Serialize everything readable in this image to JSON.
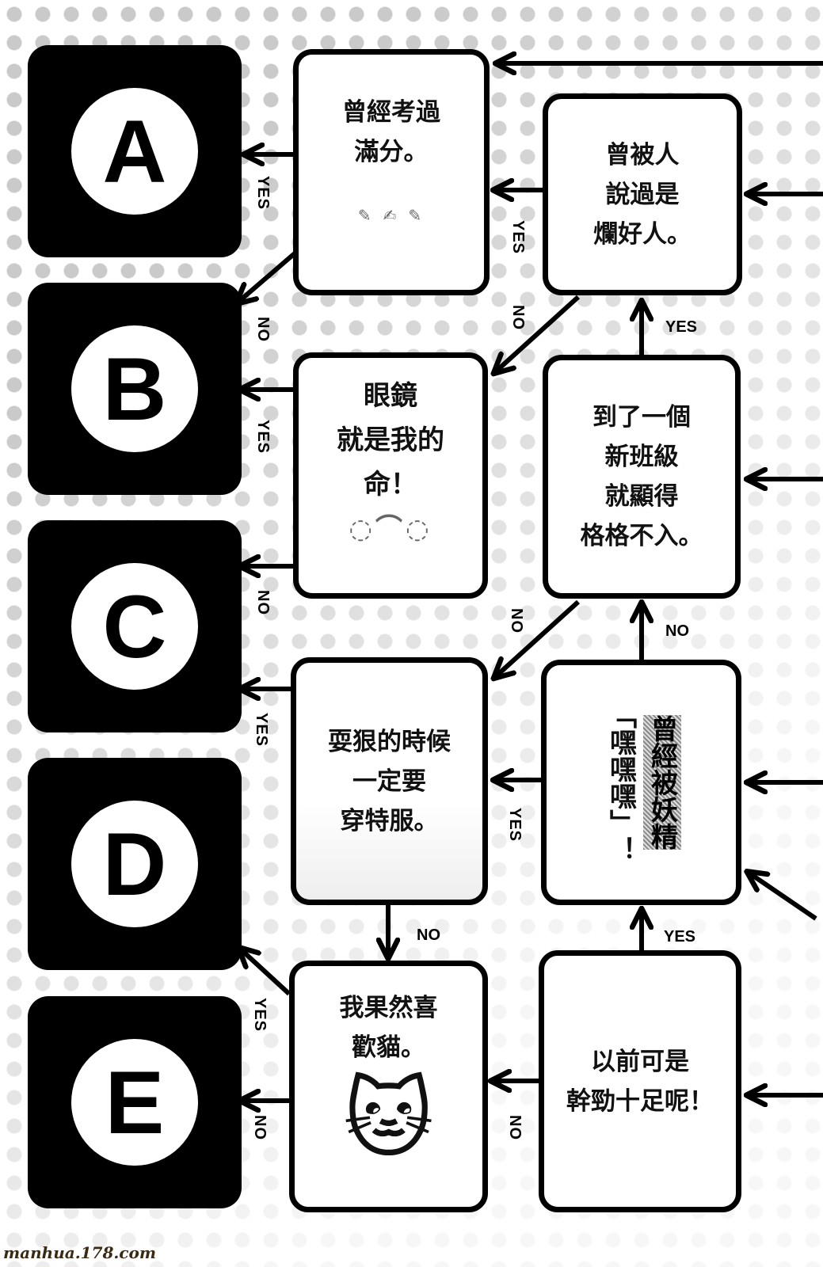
{
  "results": [
    {
      "label": "A"
    },
    {
      "label": "B"
    },
    {
      "label": "C"
    },
    {
      "label": "D"
    },
    {
      "label": "E"
    }
  ],
  "questions": [
    {
      "id": "q1",
      "text": [
        "曾經考過",
        "滿分。"
      ]
    },
    {
      "id": "q2",
      "text": [
        "曾被人",
        "說過是",
        "爛好人。"
      ]
    },
    {
      "id": "q3",
      "text": [
        "眼鏡",
        "就是我的",
        "命！"
      ]
    },
    {
      "id": "q4",
      "text": [
        "到了一個",
        "新班級",
        "就顯得",
        "格格不入。"
      ]
    },
    {
      "id": "q5",
      "text": [
        "耍狠的時候",
        "一定要",
        "穿特服。"
      ]
    },
    {
      "id": "q6",
      "text": [
        "曾經被妖精",
        "「嘿嘿嘿」！"
      ]
    },
    {
      "id": "q7",
      "text": [
        "我果然喜",
        "歡貓。"
      ]
    },
    {
      "id": "q8",
      "text": [
        "以前可是",
        "幹勁十足呢！"
      ]
    }
  ],
  "answers": {
    "yes": "YES",
    "no": "NO"
  },
  "watermark": "manhua.178.com"
}
